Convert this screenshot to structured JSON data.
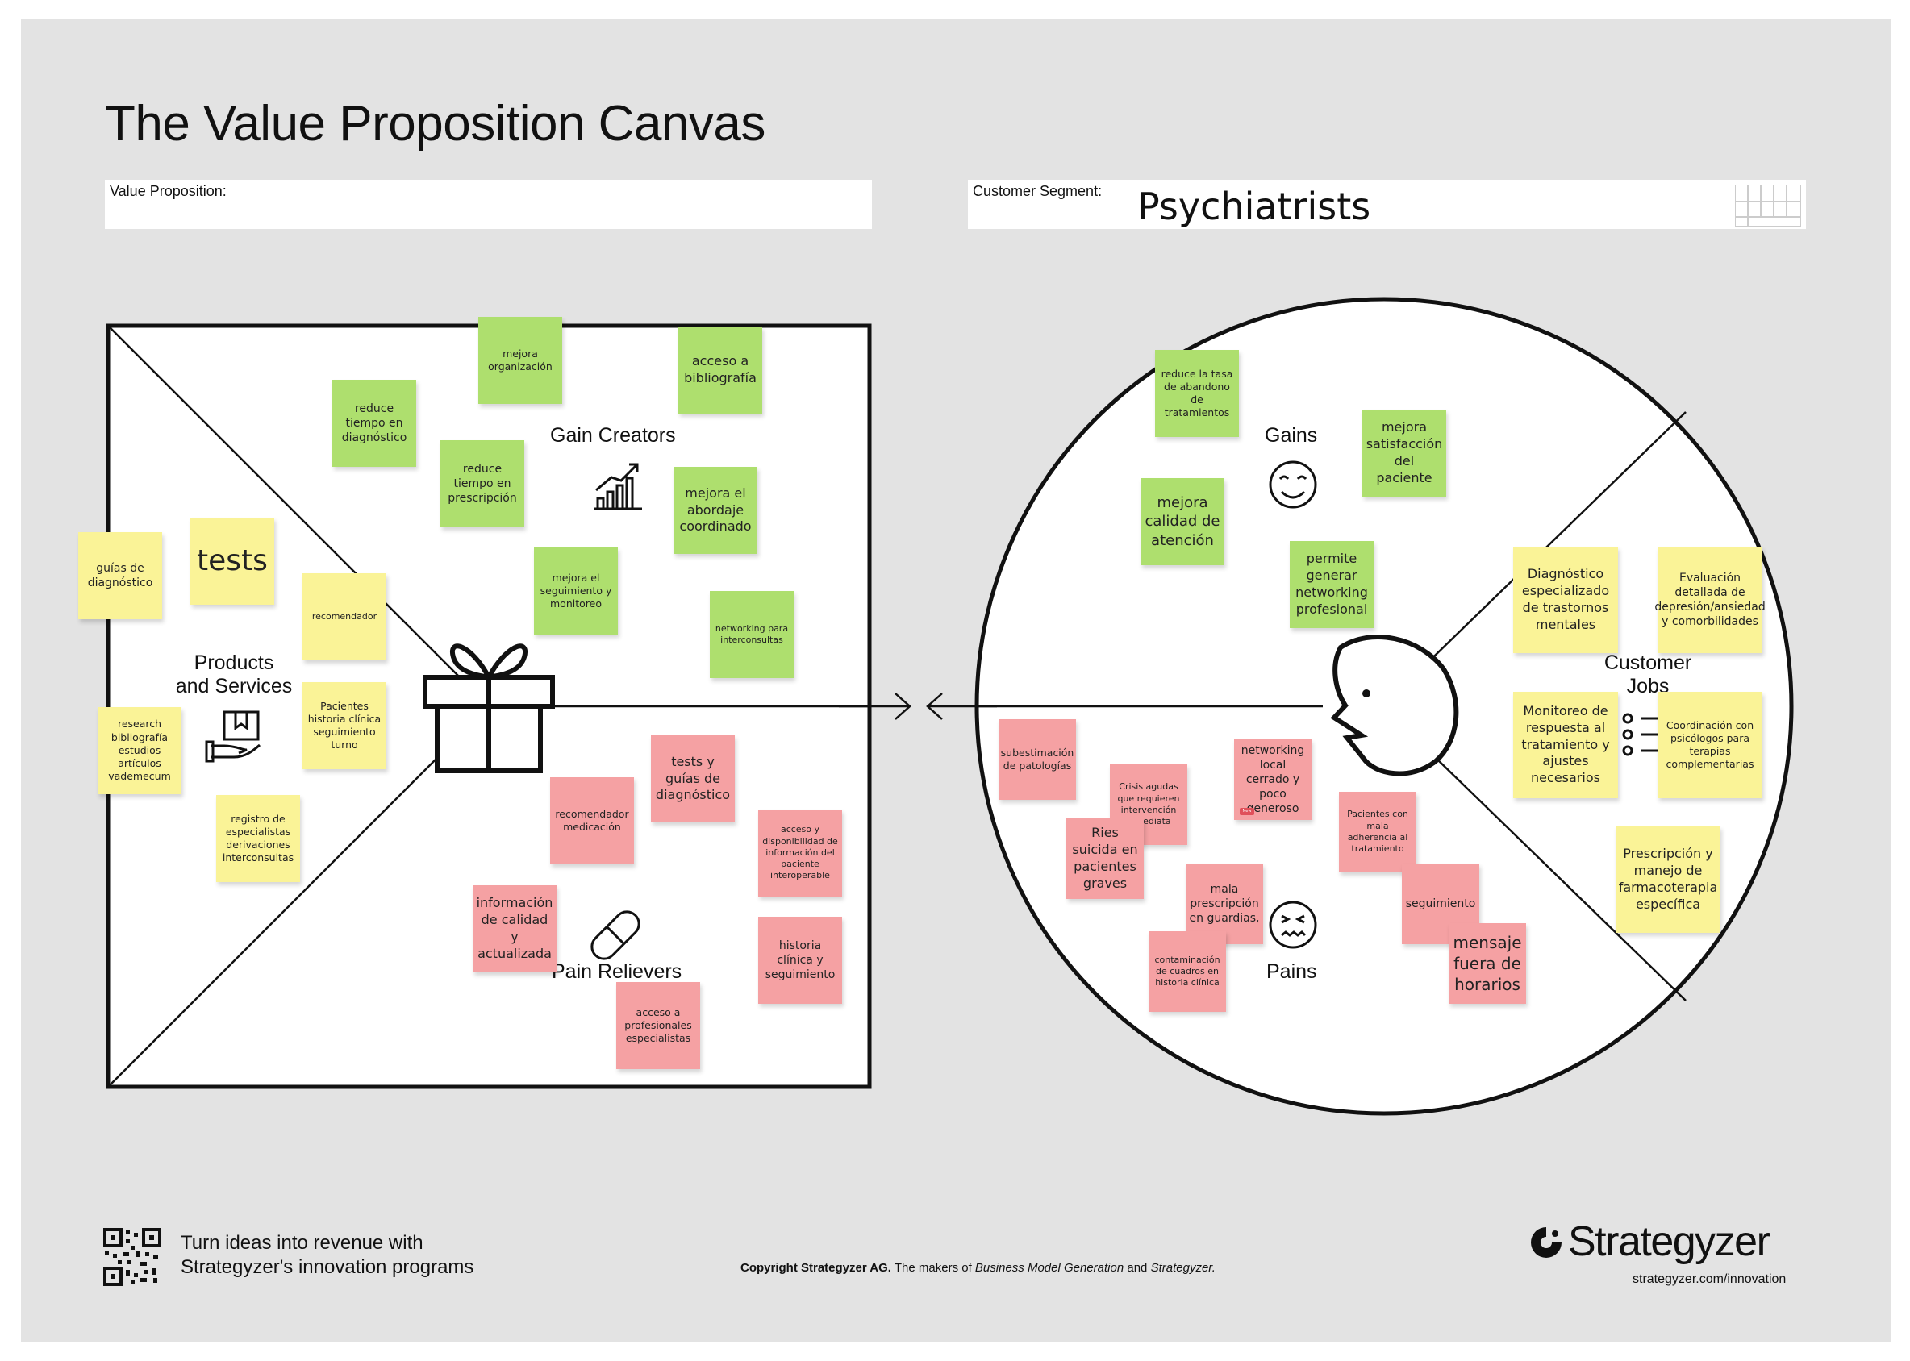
{
  "title": "The Value Proposition Canvas",
  "value_proposition": {
    "label": "Value Proposition:",
    "value": ""
  },
  "customer_segment": {
    "label": "Customer Segment:",
    "value": "Psychiatrists"
  },
  "labels": {
    "gain_creators": "Gain Creators",
    "products_and_services": "Products\nand Services",
    "pain_relievers": "Pain Relievers",
    "gains": "Gains",
    "pains": "Pains",
    "customer_jobs": "Customer\nJobs"
  },
  "colors": {
    "green": "#aedf6e",
    "yellow": "#faf397",
    "pink": "#f5a1a3",
    "background": "#e3e3e3"
  },
  "icons": [
    "growth-chart-icon",
    "hand-box-icon",
    "gift-icon",
    "pill-icon",
    "smile-icon",
    "upset-face-icon",
    "customer-head-icon",
    "task-list-icon"
  ],
  "notes": {
    "gain_creators": [
      "mejora organización",
      "acceso a bibliografía",
      "reduce tiempo en diagnóstico",
      "reduce tiempo en prescripción",
      "mejora el abordaje coordinado",
      "mejora el seguimiento y monitoreo",
      "networking para interconsultas"
    ],
    "products_and_services": [
      "guías de diagnóstico",
      "tests",
      "recomendador",
      "research bibliografía estudios artículos vademecum",
      "Pacientes historia clínica seguimiento turno",
      "registro de especialistas derivaciones interconsultas"
    ],
    "pain_relievers": [
      "tests y guías de diagnóstico",
      "recomendador medicación",
      "acceso y disponibilidad de información del paciente interoperable",
      "información de calidad y actualizada",
      "historia clínica y seguimiento",
      "acceso a profesionales especialistas"
    ],
    "gains": [
      "reduce la tasa de abandono de tratamientos",
      "mejora satisfacción del paciente",
      "mejora calidad de atención",
      "permite generar networking profesional"
    ],
    "pains": [
      "subestimación de patologías",
      "networking local cerrado y poco generoso",
      "Crisis agudas que requieren intervención inmediata",
      "Ries suicida en pacientes graves",
      "Pacientes con mala adherencia al tratamiento",
      "mala prescripción en guardias,",
      "seguimiento",
      "mensaje fuera de horarios",
      "contaminación de cuadros en historia clínica"
    ],
    "customer_jobs": [
      "Diagnóstico especializado de trastornos mentales",
      "Evaluación detallada de depresión/ansiedad y comorbilidades",
      "Monitoreo de respuesta al tratamiento y ajustes necesarios",
      "Coordinación con psicólogos para terapias complementarias",
      "Prescripción y manejo de farmacoterapia específica"
    ]
  },
  "new_tag": "New",
  "footer": {
    "tagline_line1": "Turn ideas into revenue with",
    "tagline_line2": "Strategyzer's innovation programs",
    "copyright_bold": "Copyright Strategyzer AG.",
    "copyright_rest1": " The makers of ",
    "copyright_em1": "Business Model Generation",
    "copyright_rest2": " and ",
    "copyright_em2": "Strategyzer.",
    "brand_name": "Strategyzer",
    "brand_url": "strategyzer.com/innovation"
  }
}
